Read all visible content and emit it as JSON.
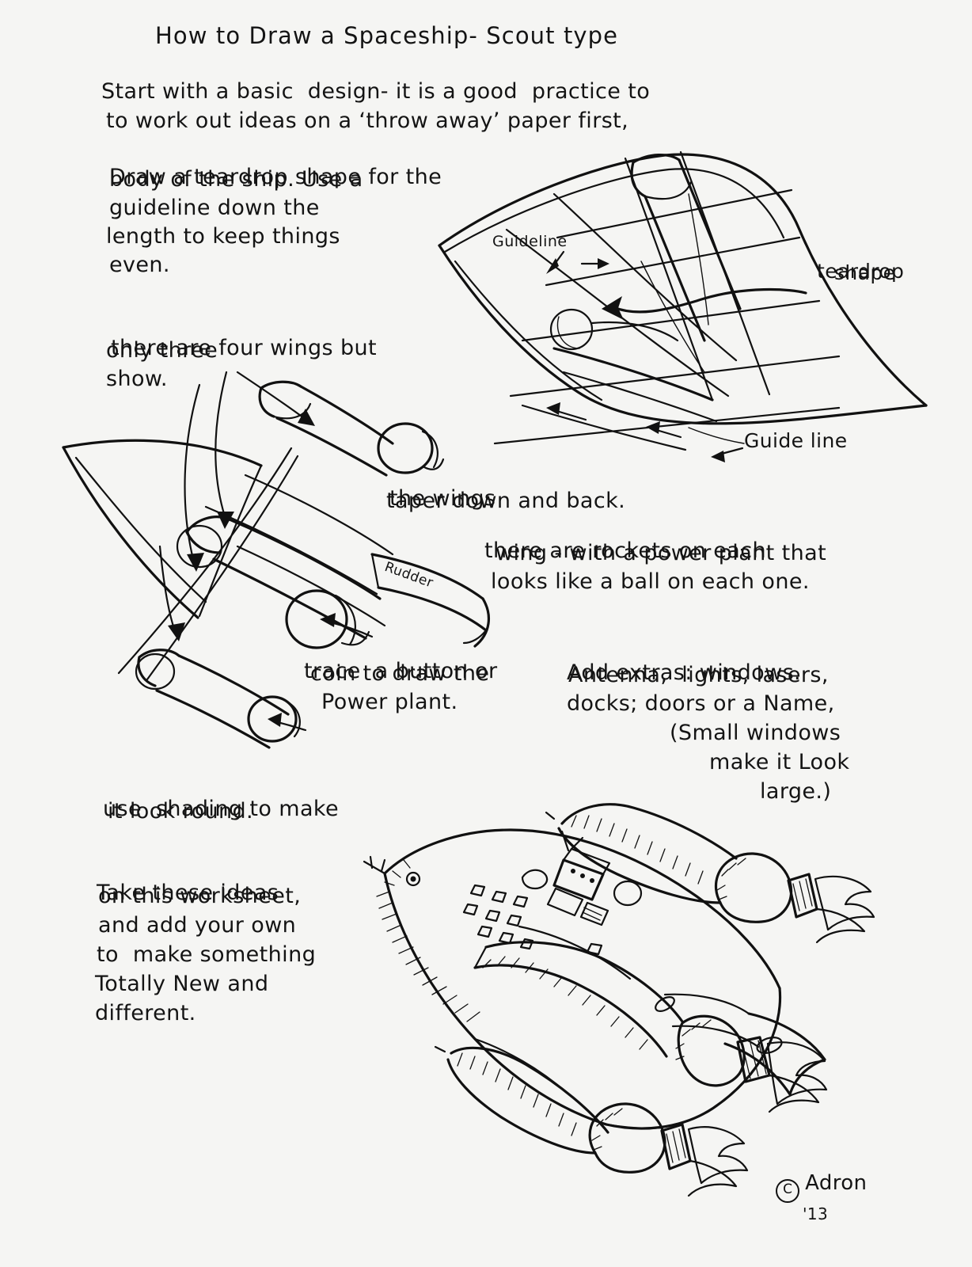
{
  "page": {
    "background_color": "#f5f5f3",
    "ink_color": "#111111"
  },
  "title": "How to Draw a Spaceship- Scout type",
  "paragraphs": {
    "intro": [
      "Start with a basic  design- it is a good  practice to",
      "to work out ideas on a ‘throw away’ paper first,"
    ],
    "teardrop": [
      "Draw a teardrop shape for the",
      "body of the ship. Use a",
      "guideline down the",
      "length to keep things",
      "even."
    ],
    "wings_count": [
      "there are four wings but",
      "only three",
      "show."
    ],
    "wings_taper": [
      "the wings",
      "taper down and back."
    ],
    "rockets": [
      "there are rockets on each",
      "wing - with a power plant that",
      "looks like a ball on each one."
    ],
    "trace_button": [
      "trace  a button or",
      "coin to draw the",
      "Power plant."
    ],
    "add_extras": [
      "Add extras: windows.",
      "Antenna,  lights, lasers,",
      "docks; doors or a Name,",
      "(Small windows",
      "make it Look",
      "large.)"
    ],
    "shading": [
      "use  shading to make",
      "it look round."
    ],
    "closing": [
      "Take these ideas",
      "on this worksheet,",
      "and add your own",
      "to  make something",
      "Totally New and",
      "different."
    ]
  },
  "diagram_labels": {
    "guideline_top": "Guideline",
    "teardrop_shape_line1": "teardrop",
    "teardrop_shape_line2": "shape",
    "guide_line_lower": "Guide line",
    "rudder": "Rudder"
  },
  "signature": {
    "mark": "Adron",
    "copyright_symbol": "C",
    "year": "'13"
  }
}
